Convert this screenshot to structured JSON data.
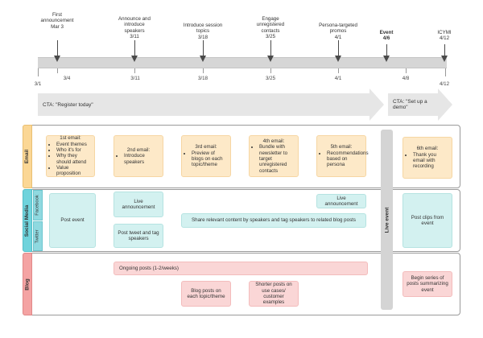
{
  "timeline": {
    "milestones": [
      {
        "label": "First\nannouncement\nMar 3",
        "bold": false
      },
      {
        "label": "Announce and\nintroduce\nspeakers\n3/11",
        "bold": false
      },
      {
        "label": "Introduce session\ntopics\n3/18",
        "bold": false
      },
      {
        "label": "Engage\nunregistered\ncontacts\n3/25",
        "bold": false
      },
      {
        "label": "Persona-targeted\npromos\n4/1",
        "bold": false
      },
      {
        "label": "Event\n4/6",
        "bold": true
      },
      {
        "label": "ICYMI\n4/12",
        "bold": false
      }
    ],
    "tick_labels": [
      "3/1",
      "3/4",
      "3/11",
      "3/18",
      "3/25",
      "4/1",
      "4/8",
      "4/12"
    ]
  },
  "cta": {
    "first": "CTA: \"Register today\"",
    "second": "CTA: \"Set up a demo\""
  },
  "lanes": {
    "email": "Email",
    "social": "Social Media",
    "facebook": "Facebook",
    "twitter": "Twitter",
    "blog": "Blog",
    "event": "Live event"
  },
  "email_cards": {
    "c1_title": "1st email:",
    "c1_items": [
      "Event themes",
      "Who it's for",
      "Why they should attend",
      "Value proposition"
    ],
    "c2_title": "2nd email:",
    "c2_items": [
      "Introduce speakers"
    ],
    "c3_title": "3rd email:",
    "c3_items": [
      "Preview of blogs on each topic/theme"
    ],
    "c4_title": "4th email:",
    "c4_items": [
      "Bundle with newsletter to target unregistered contacts"
    ],
    "c5_title": "5th email:",
    "c5_items": [
      "Recommendations based on persona"
    ],
    "c6_title": "6th email:",
    "c6_items": [
      "Thank you email with recording"
    ]
  },
  "social_cards": {
    "post_event": "Post event",
    "live_announcement_1": "Live announcement",
    "post_tweet": "Post tweet and tag speakers",
    "live_announcement_2": "Live announcement",
    "share_content": "Share relevant content by speakers and tag speakers to related blog posts",
    "post_clips": "Post clips from event"
  },
  "blog_cards": {
    "ongoing": "Ongoing posts (1-2/weeks)",
    "topic_posts": "Blog posts on each topic/theme",
    "shorter_posts": "Shorter posts on use cases/ customer examples",
    "series": "Begin series of posts summarizing event"
  },
  "colors": {
    "email_tab": "#fbd795",
    "social_tab": "#6fd3dc",
    "blog_tab": "#f4a3a3"
  }
}
